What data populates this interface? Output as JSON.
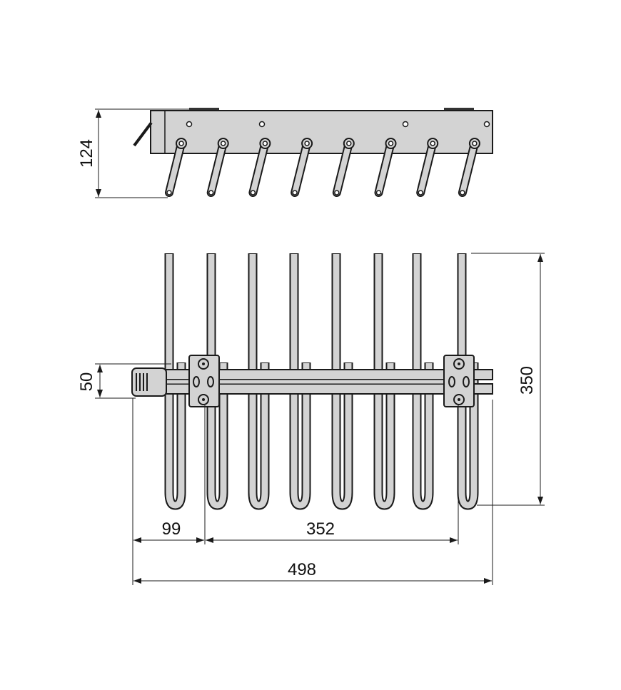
{
  "drawing": {
    "hook_count": 8,
    "dimensions": {
      "height_side": "124",
      "depth": "350",
      "bar_width": "50",
      "handle_offset": "99",
      "bracket_spacing": "352",
      "total_width": "498"
    },
    "colors": {
      "fill": "#d3d3d3",
      "stroke": "#1a1a1a",
      "pad": "#333333"
    }
  }
}
